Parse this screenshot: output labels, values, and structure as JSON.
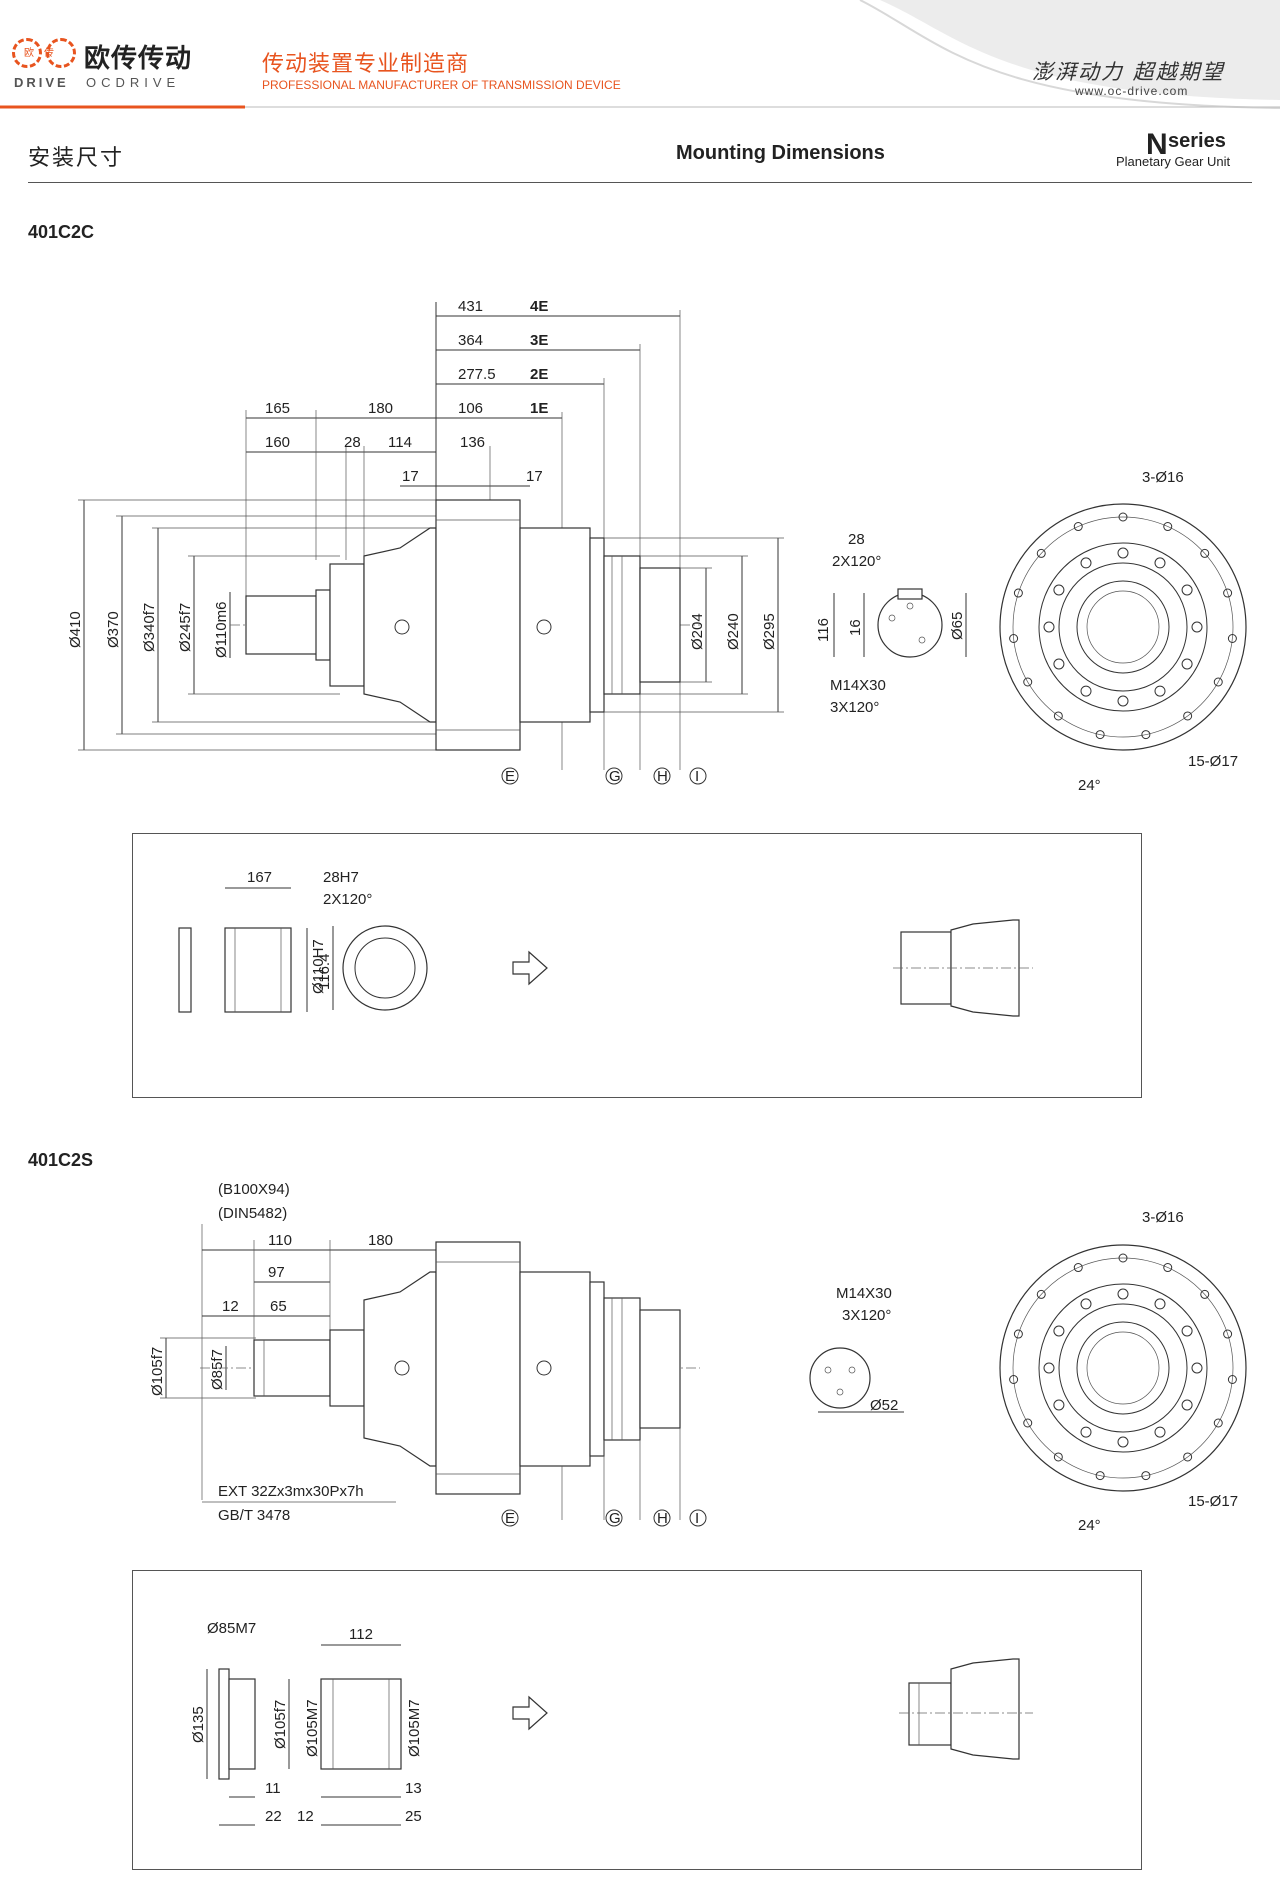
{
  "header": {
    "logo_mark": "欧传",
    "logo_cn": "欧传传动",
    "logo_en_a": "DRIVE",
    "logo_en_b": "OCDRIVE",
    "tagline_cn": "传动装置专业制造商",
    "tagline_en": "PROFESSIONAL MANUFACTURER OF TRANSMISSION DEVICE",
    "slogan": "澎湃动力 超越期望",
    "website": "www.oc-drive.com",
    "accent_color": "#e8541f"
  },
  "title_bar": {
    "cn": "安装尺寸",
    "en": "Mounting Dimensions",
    "series_letter": "N",
    "series_word": "series",
    "series_sub": "Planetary Gear Unit"
  },
  "model1": {
    "name": "401C2C",
    "top_dims": [
      {
        "value": "431",
        "code": "4E"
      },
      {
        "value": "364",
        "code": "3E"
      },
      {
        "value": "277.5",
        "code": "2E"
      },
      {
        "value": "106",
        "code": "1E"
      }
    ],
    "horiz_dims": {
      "d165": "165",
      "d180": "180",
      "d160": "160",
      "d28": "28",
      "d114": "114",
      "d136": "136",
      "d17a": "17",
      "d17b": "17"
    },
    "left_dias": [
      "Ø410",
      "Ø370",
      "Ø340f7",
      "Ø245f7",
      "Ø110m6"
    ],
    "right_dias": [
      "Ø204",
      "Ø240",
      "Ø295"
    ],
    "markers": [
      "E",
      "G",
      "H",
      "I"
    ],
    "shaft": {
      "d28": "28",
      "angle": "2X120°",
      "h116": "116",
      "h16": "16",
      "dia": "Ø65",
      "thread": "M14X30",
      "thread_angle": "3X120°"
    },
    "flange": {
      "holes_top": "3-Ø16",
      "holes_bottom": "15-Ø17",
      "angle": "24°"
    },
    "accessory": {
      "width": "167",
      "bore": "Ø110H7",
      "key": "28H7",
      "key_angle": "2X120°",
      "h": "116.4"
    }
  },
  "model2": {
    "name": "401C2S",
    "spline": [
      "(B100X94)",
      "(DIN5482)"
    ],
    "horiz_dims": {
      "d110": "110",
      "d180": "180",
      "d97": "97",
      "d12": "12",
      "d65": "65"
    },
    "left_dias": [
      "Ø105f7",
      "Ø85f7"
    ],
    "spec": [
      "EXT 32Zx3mx30Px7h",
      "GB/T 3478"
    ],
    "markers": [
      "E",
      "G",
      "H",
      "I"
    ],
    "shaft": {
      "thread": "M14X30",
      "thread_angle": "3X120°",
      "dia": "Ø52"
    },
    "flange": {
      "holes_top": "3-Ø16",
      "holes_bottom": "15-Ø17",
      "angle": "24°"
    },
    "accessory": {
      "bore_top": "Ø85M7",
      "outer": "Ø135",
      "inner": "Ø105f7",
      "d11": "11",
      "d22": "22",
      "width": "112",
      "bore2a": "Ø105M7",
      "bore2b": "Ø105M7",
      "d12": "12",
      "d13": "13",
      "d25": "25"
    }
  }
}
